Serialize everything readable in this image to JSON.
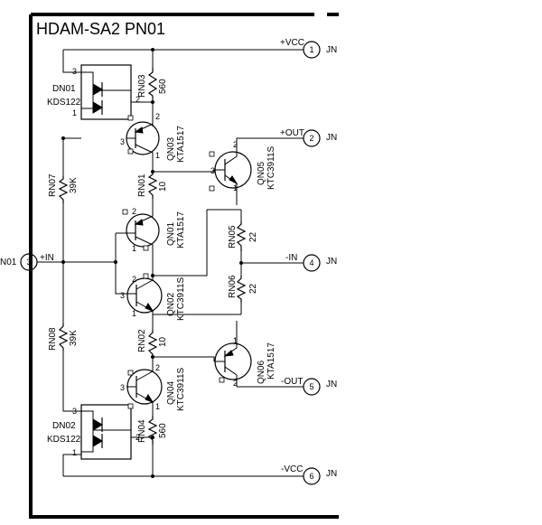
{
  "title": "HDAM-SA2  PN01",
  "connectors": [
    {
      "net": "+VCC",
      "num": "1",
      "tag": "JN"
    },
    {
      "net": "+OUT",
      "num": "2",
      "tag": "JN"
    },
    {
      "net": "-IN",
      "num": "4",
      "tag": "JN"
    },
    {
      "net": "-OUT",
      "num": "5",
      "tag": "JN"
    },
    {
      "net": "-VCC",
      "num": "6",
      "tag": "JN"
    }
  ],
  "input": {
    "tag": "N01",
    "num": "3",
    "net": "+IN"
  },
  "resistors": [
    {
      "ref": "RN03",
      "val": "560"
    },
    {
      "ref": "RN01",
      "val": "10"
    },
    {
      "ref": "RN07",
      "val": "39K"
    },
    {
      "ref": "RN05",
      "val": "22"
    },
    {
      "ref": "RN06",
      "val": "22"
    },
    {
      "ref": "RN02",
      "val": "10"
    },
    {
      "ref": "RN08",
      "val": "39K"
    },
    {
      "ref": "RN04",
      "val": "560"
    }
  ],
  "transistors": [
    {
      "ref": "QN03",
      "part": "KTA1517"
    },
    {
      "ref": "QN05",
      "part": "KTC3911S"
    },
    {
      "ref": "QN01",
      "part": "KTA1517"
    },
    {
      "ref": "QN02",
      "part": "KTC3911S"
    },
    {
      "ref": "QN06",
      "part": "KTA1517"
    },
    {
      "ref": "QN04",
      "part": "KTC3911S"
    }
  ],
  "diodes": [
    {
      "ref": "DN01",
      "part": "KDS122"
    },
    {
      "ref": "DN02",
      "part": "KDS122"
    }
  ],
  "pin_labels": {
    "p1": "1",
    "p2": "2",
    "p3": "3"
  }
}
